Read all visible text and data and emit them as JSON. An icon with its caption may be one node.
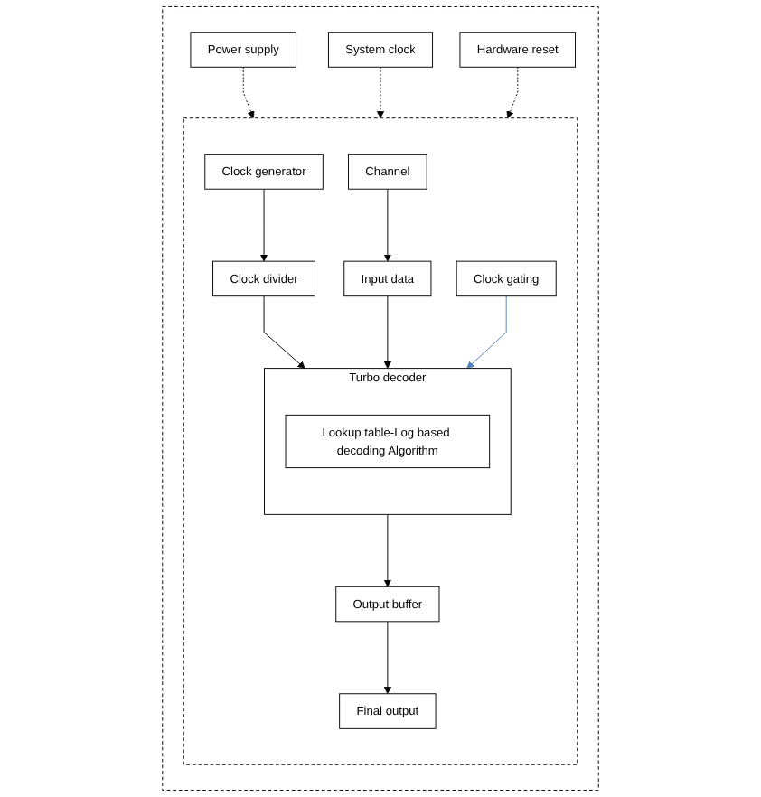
{
  "diagram": {
    "nodes": [
      {
        "text": [],
        "shape": "box"
      },
      {
        "text": [
          "Power supply"
        ],
        "in": 0
      },
      {
        "text": [
          "System clock"
        ],
        "in": 0
      },
      {
        "text": [
          "Hardware reset"
        ],
        "in": 0
      },
      {
        "text": [],
        "shape": "box",
        "in": 0
      },
      {
        "text": [
          "Clock generator"
        ],
        "in": 4
      },
      {
        "text": [
          "Clock divider"
        ],
        "in": 4
      },
      {
        "text": [
          "Turbo decoder"
        ],
        "in": 4
      },
      {
        "text": [
          "Lookup table-Log based decoding Algorithm"
        ],
        "in": 7
      },
      {
        "text": [
          "Input data"
        ],
        "in": 4
      },
      {
        "text": [
          "Channel"
        ],
        "in": 4
      },
      {
        "text": [
          "Output buffer"
        ],
        "in": 4
      },
      {
        "text": [
          "Final output"
        ],
        "in": 4
      },
      {
        "text": [
          "Clock gating"
        ],
        "in": 4
      }
    ],
    "edges": [
      {
        "from": 1,
        "to": 4,
        "arrow": "to",
        "style": "dashed"
      },
      {
        "from": 2,
        "to": 4,
        "arrow": "to",
        "style": "dashed"
      },
      {
        "from": 3,
        "to": 4,
        "arrow": "to",
        "style": "dashed"
      },
      {
        "from": 5,
        "to": 6,
        "arrow": "to"
      },
      {
        "from": 6,
        "to": 7,
        "arrow": "to"
      },
      {
        "from": 9,
        "to": 7,
        "arrow": "to"
      },
      {
        "from": 10,
        "to": 9,
        "arrow": "to"
      },
      {
        "from": 7,
        "to": 11,
        "arrow": "to"
      },
      {
        "from": 11,
        "to": 12,
        "arrow": "to"
      },
      {
        "from": 13,
        "to": 7,
        "arrow": "to",
        "color": "#4f81bd"
      }
    ]
  }
}
